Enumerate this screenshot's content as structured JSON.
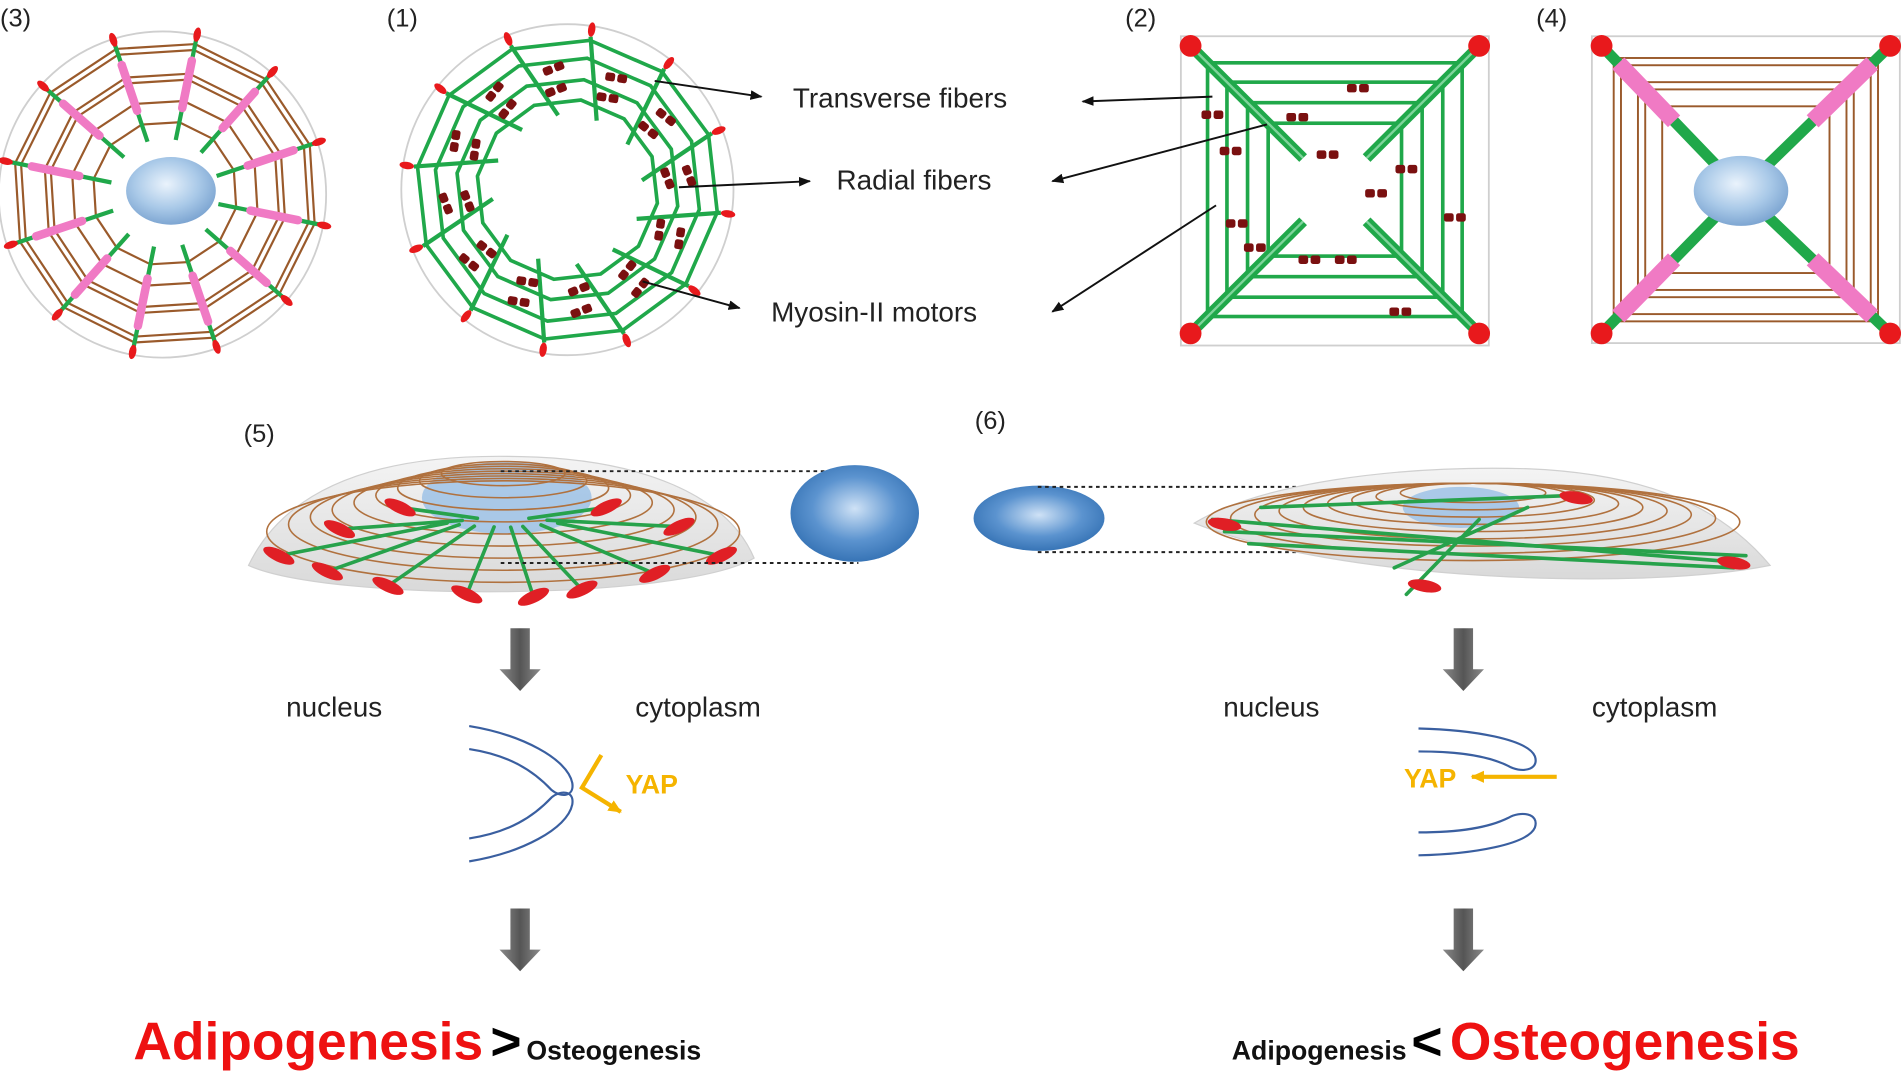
{
  "panels": {
    "p1": "(1)",
    "p2": "(2)",
    "p3": "(3)",
    "p4": "(4)",
    "p5": "(5)",
    "p6": "(6)"
  },
  "callouts": {
    "transverse": "Transverse fibers",
    "radial": "Radial fibers",
    "myosin": "Myosin-II motors"
  },
  "left_path": {
    "nucleus": "nucleus",
    "cytoplasm": "cytoplasm",
    "yap": "YAP",
    "outcome_big": "Adipogenesis",
    "comparator": ">",
    "outcome_small": "Osteogenesis"
  },
  "right_path": {
    "nucleus": "nucleus",
    "cytoplasm": "cytoplasm",
    "yap": "YAP",
    "outcome_small": "Adipogenesis",
    "comparator": "<",
    "outcome_big": "Osteogenesis"
  },
  "colors": {
    "stress_fiber": "#20a84a",
    "transverse_brown": "#9a5a2b",
    "focal_adhesion": "#e8191c",
    "force_arrow": "#f07ac4",
    "myosin": "#7a1010",
    "nucleus": "#8fb8e0",
    "yap": "#f5b400",
    "outcome": "#ee1111",
    "membrane": "#3a5fa0"
  }
}
